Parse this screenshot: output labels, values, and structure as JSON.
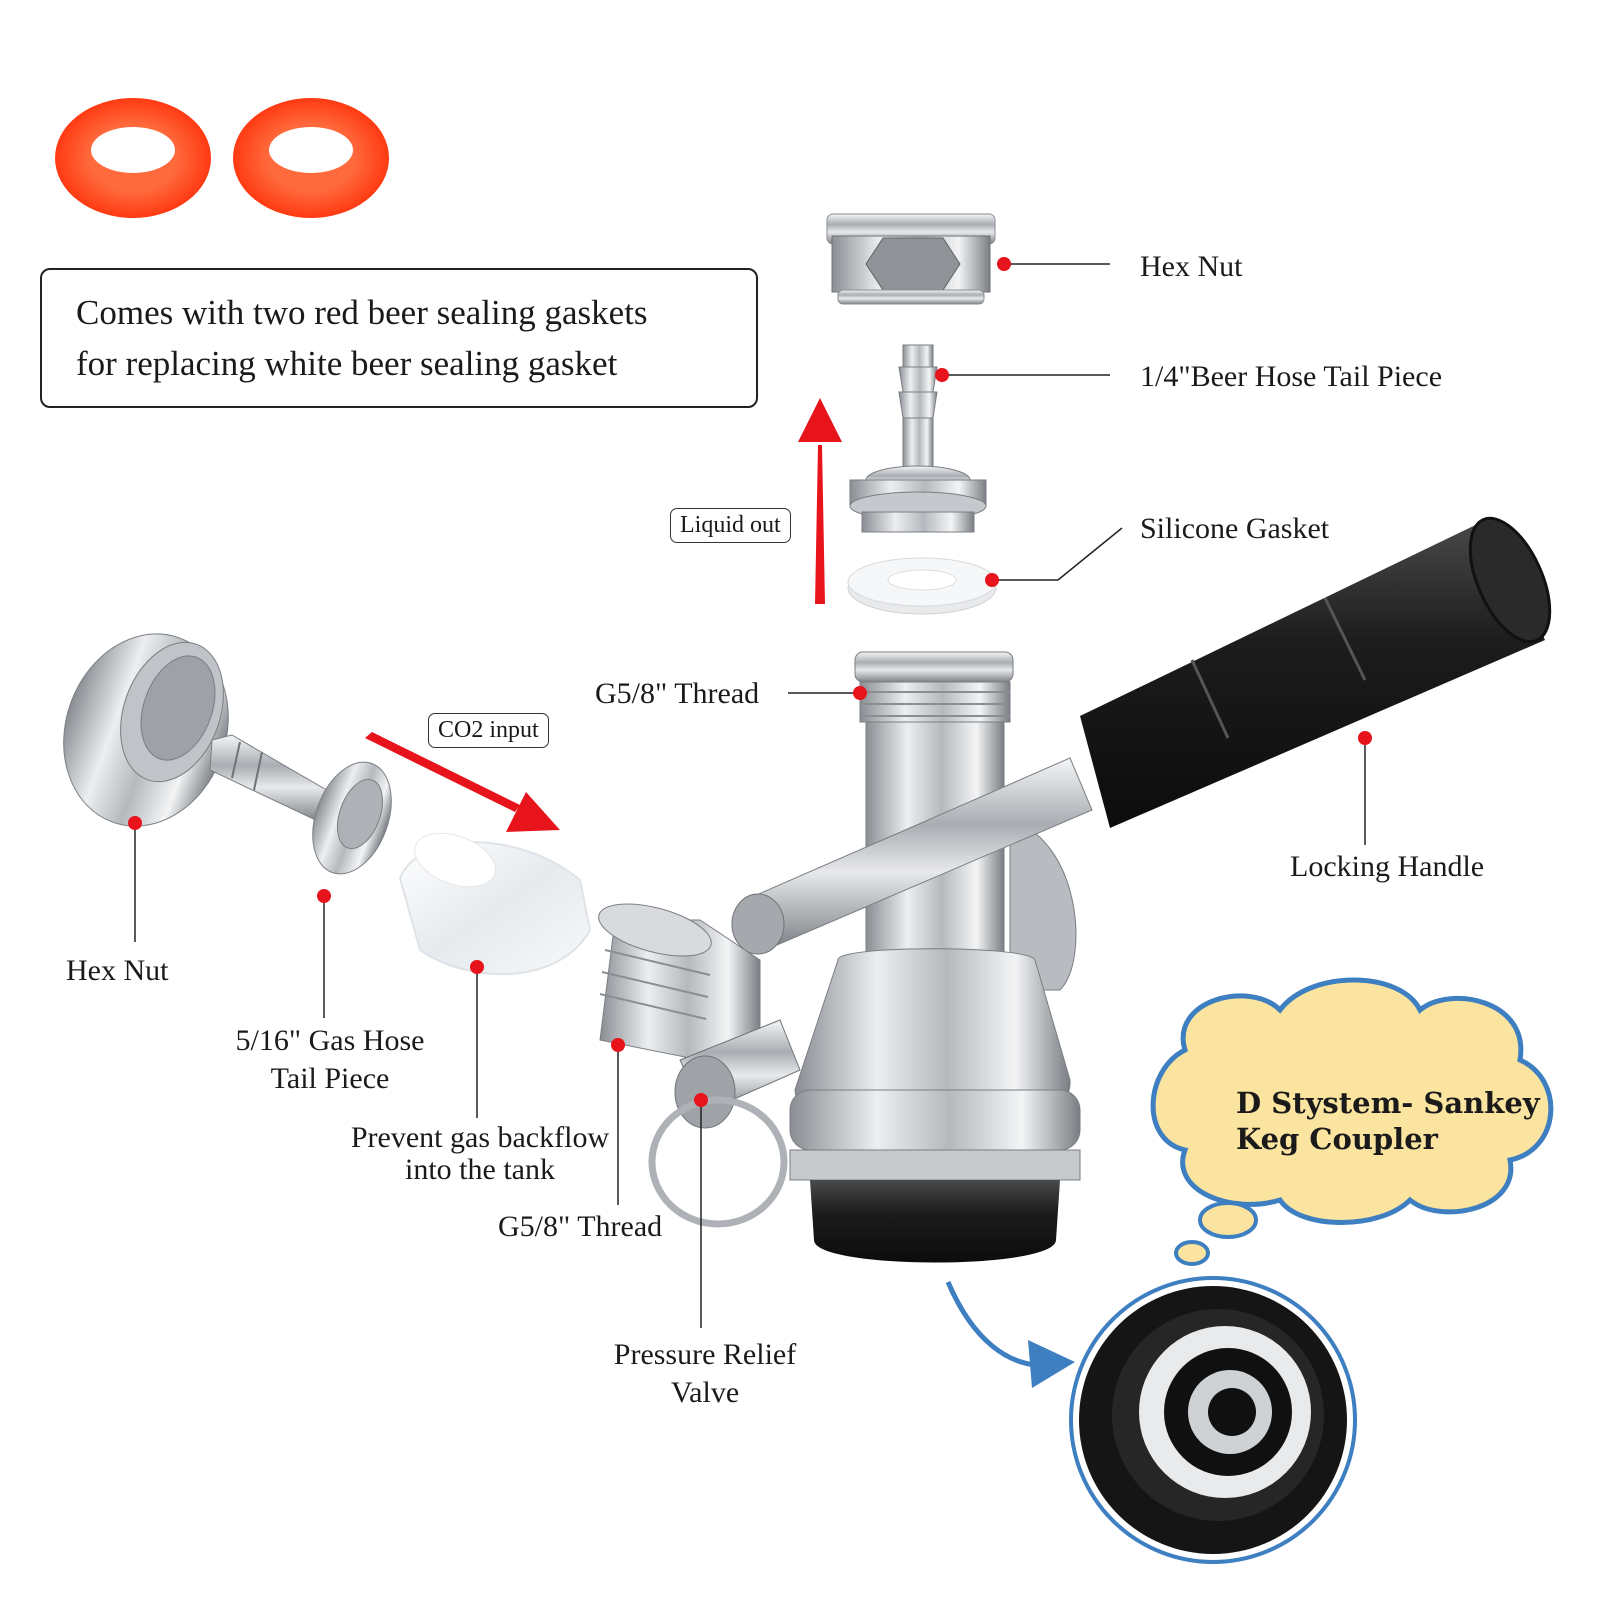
{
  "note": {
    "line1": "Comes with two red beer sealing gaskets",
    "line2": "for replacing white beer sealing gasket"
  },
  "tags": {
    "liquid_out": "Liquid out",
    "co2_input": "CO2 input"
  },
  "labels": {
    "hex_nut_top": "Hex Nut",
    "beer_hose_tail": "1/4\"Beer Hose Tail Piece",
    "silicone_gasket": "Silicone Gasket",
    "g58_thread_top": "G5/8\" Thread",
    "locking_handle": "Locking Handle",
    "hex_nut_left": "Hex Nut",
    "gas_hose_tail_line1": "5/16\" Gas Hose",
    "gas_hose_tail_line2": "Tail Piece",
    "prevent_backflow_line1": "Prevent gas backflow",
    "prevent_backflow_line2": "into the tank",
    "g58_thread_bottom": "G5/8\" Thread",
    "pressure_relief_line1": "Pressure Relief",
    "pressure_relief_line2": "Valve"
  },
  "cloud": {
    "line1": "D Stystem- Sankey",
    "line2": "Keg Coupler"
  },
  "colors": {
    "accent_red": "#e8141b",
    "gasket_orange": "#ff4a1c",
    "cloud_fill": "#fbe3a0",
    "cloud_stroke": "#3d7fc0",
    "arrow_blue": "#3d7fc0",
    "metal": "#c9ccd0",
    "handle_black": "#1c1c1c"
  }
}
